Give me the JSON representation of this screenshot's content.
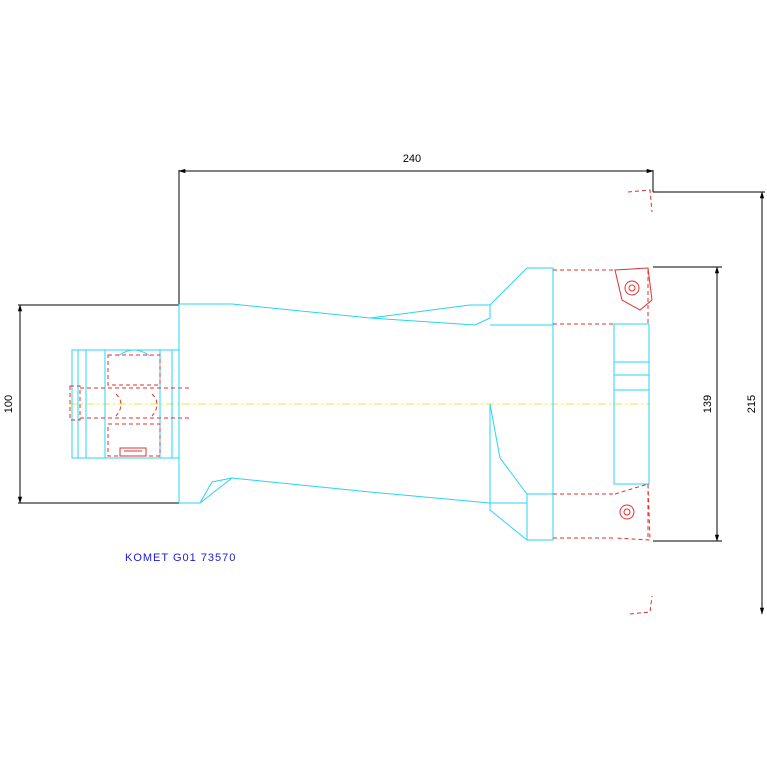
{
  "drawing": {
    "dimensions": {
      "width_top": "240",
      "shank_diameter": "100",
      "head_height": "139",
      "overall_height": "215"
    },
    "part_label": "KOMET G01 73570"
  },
  "colors": {
    "body_outline": "#2ad4f0",
    "hidden_lines": "#e03030",
    "dimension_lines": "#000000",
    "centerline": "#e8e830",
    "label": "#1a1ad6"
  }
}
